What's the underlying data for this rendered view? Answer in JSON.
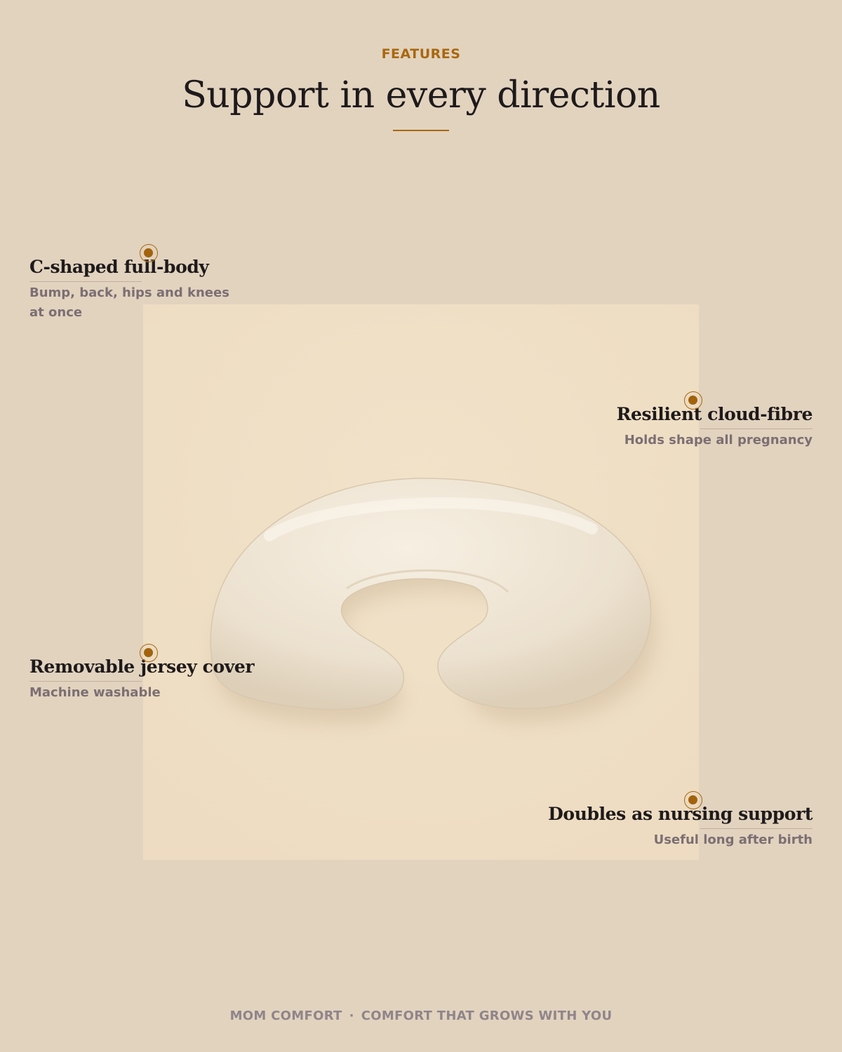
{
  "header": {
    "eyebrow": "FEATURES",
    "headline": "Support in every direction"
  },
  "photo": {
    "subject": "C-shaped pregnancy pillow"
  },
  "callouts": [
    {
      "title": "C-shaped full-body",
      "subtitle": "Bump, back, hips and knees at once"
    },
    {
      "title": "Resilient cloud-fibre",
      "subtitle": "Holds shape all pregnancy"
    },
    {
      "title": "Removable jersey cover",
      "subtitle": "Machine washable"
    },
    {
      "title": "Doubles as nursing support",
      "subtitle": "Useful long after birth"
    }
  ],
  "footer": {
    "brand": "MOM COMFORT",
    "separator": "·",
    "tagline": "COMFORT THAT GROWS WITH YOU"
  },
  "colors": {
    "background": "#e2d3bf",
    "accent": "#a9680f",
    "heading": "#1e1a1b",
    "muted": "#7b6f73"
  }
}
